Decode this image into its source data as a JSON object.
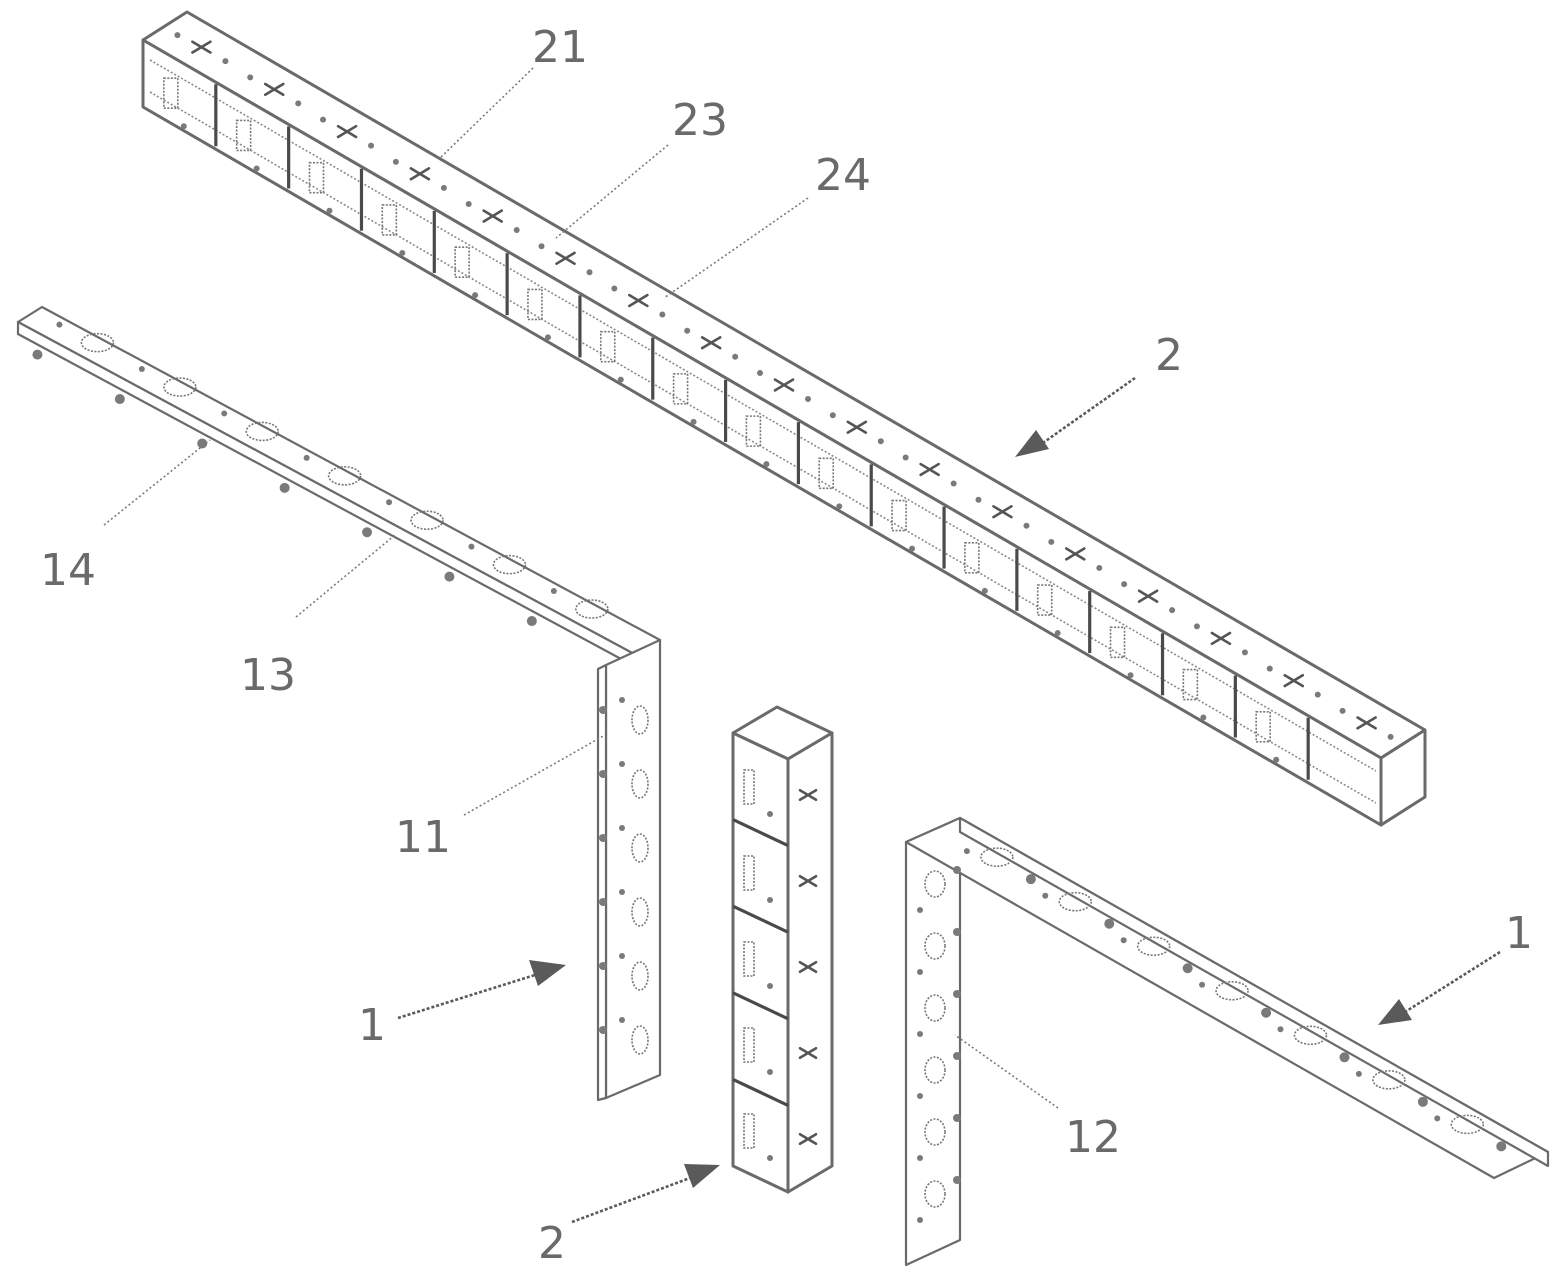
{
  "labels": {
    "l21": "21",
    "l23": "23",
    "l24": "24",
    "l2_beam": "2",
    "l14": "14",
    "l13": "13",
    "l11": "11",
    "l1_left": "1",
    "l1_right": "1",
    "l12": "12",
    "l2_post": "2"
  }
}
